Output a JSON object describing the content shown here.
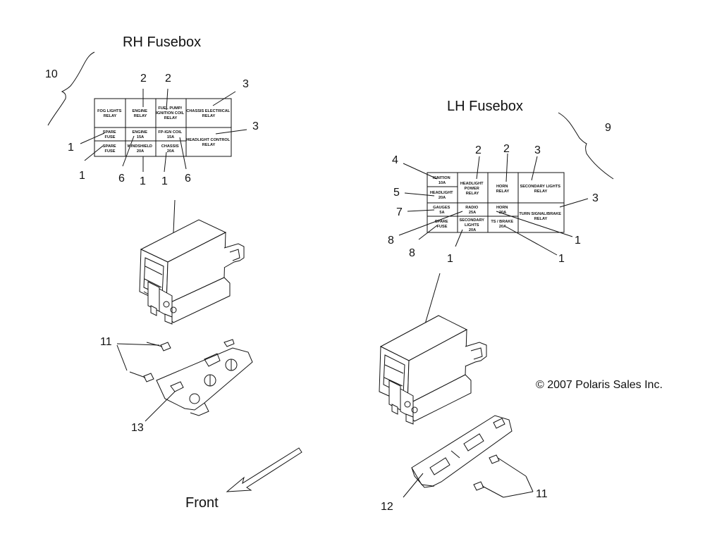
{
  "titles": {
    "rh": "RH Fusebox",
    "lh": "LH Fusebox",
    "front": "Front",
    "copyright": "© 2007 Polaris Sales Inc."
  },
  "rh_cells": {
    "fog_lights_relay": [
      "FOG LIGHTS",
      "RELAY"
    ],
    "engine_relay": [
      "ENGINE",
      "RELAY"
    ],
    "fuel_pump_relay": [
      "FUEL PUMP/",
      "IGNITION COIL",
      "RELAY"
    ],
    "chassis_relay": [
      "CHASSIS ELECTRICAL",
      "RELAY"
    ],
    "spare_fuse_1": [
      "SPARE",
      "FUSE"
    ],
    "engine_fuse": [
      "ENGINE",
      "15A"
    ],
    "ign_coil_fuse": [
      "FP-IGN COIL",
      "15A"
    ],
    "headlight_control_relay": [
      "HEADLIGHT CONTROL",
      "RELAY"
    ],
    "spare_fuse_2": [
      "SPARE",
      "FUSE"
    ],
    "windshield_fuse": [
      "WINDSHIELD",
      "20A"
    ],
    "chassis_fuse": [
      "CHASSIS",
      "20A"
    ]
  },
  "lh_cells": {
    "ignition_fuse": [
      "IGNITION",
      "10A"
    ],
    "headlight_power_relay": [
      "HEADLIGHT",
      "POWER",
      "RELAY"
    ],
    "horn_relay": [
      "HORN",
      "RELAY"
    ],
    "secondary_lights_relay": [
      "SECONDARY LIGHTS",
      "RELAY"
    ],
    "headlight_fuse": [
      "HEADLIGHT",
      "20A"
    ],
    "gauges_fuse": [
      "GAUGES",
      "5A"
    ],
    "radio_fuse": [
      "RADIO",
      "25A"
    ],
    "horn_fuse": [
      "HORN",
      "20A"
    ],
    "turn_signal_relay": [
      "TURN SIGNAL/BRAKE",
      "RELAY"
    ],
    "spare_fuse": [
      "SPARE",
      "FUSE"
    ],
    "secondary_lights_fuse": [
      "SECONDARY",
      "LIGHTS",
      "20A"
    ],
    "ts_brake_fuse": [
      "TS / BRAKE",
      "20A"
    ]
  },
  "callouts": {
    "c1": "1",
    "c2": "2",
    "c3": "3",
    "c4": "4",
    "c5": "5",
    "c6": "6",
    "c7": "7",
    "c8": "8",
    "c9": "9",
    "c10": "10",
    "c11": "11",
    "c12": "12",
    "c13": "13"
  }
}
